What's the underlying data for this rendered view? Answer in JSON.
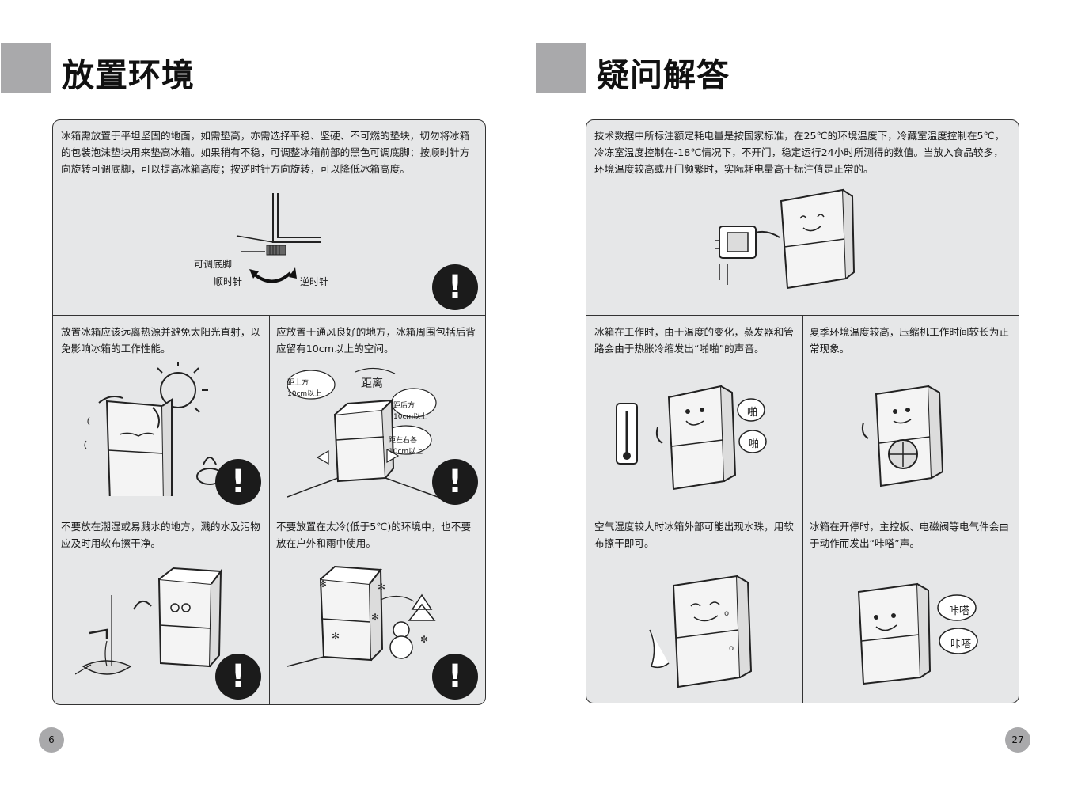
{
  "left_page": {
    "title": "放置环境",
    "page_number": "6",
    "sections": {
      "top": {
        "text": "冰箱需放置于平坦坚固的地面，如需垫高，亦需选择平稳、坚硬、不可燃的垫块，切勿将冰箱的包装泡沫垫块用来垫高冰箱。如果稍有不稳，可调整冰箱前部的黑色可调底脚：按顺时针方向旋转可调底脚，可以提高冰箱高度；按逆时针方向旋转，可以降低冰箱高度。",
        "label_foot": "可调底脚",
        "label_clockwise": "顺时针",
        "label_counterclockwise": "逆时针"
      },
      "mid_left": {
        "text": "放置冰箱应该远离热源并避免太阳光直射，以免影响冰箱的工作性能。"
      },
      "mid_right": {
        "text": "应放置于通风良好的地方，冰箱周围包括后背应留有10cm以上的空间。",
        "label_distance": "距离",
        "label_top": "距上方",
        "label_top_value": "10cm以上",
        "label_back": "距后方",
        "label_back_value": "10cm以上",
        "label_sides": "距左右各",
        "label_sides_value": "10cm以上"
      },
      "bottom_left": {
        "text": "不要放在潮湿或易溅水的地方，溅的水及污物应及时用软布擦干净。"
      },
      "bottom_right": {
        "text": "不要放置在太冷(低于5℃)的环境中，也不要放在户外和雨中使用。"
      }
    },
    "warning_symbol": "!"
  },
  "right_page": {
    "title": "疑问解答",
    "page_number": "27",
    "sections": {
      "top": {
        "text": "技术数据中所标注额定耗电量是按国家标准，在25℃的环境温度下，冷藏室温度控制在5℃，冷冻室温度控制在-18℃情况下，不开门，稳定运行24小时所测得的数值。当放入食品较多，环境温度较高或开门频繁时，实际耗电量高于标注值是正常的。"
      },
      "mid_left": {
        "text": "冰箱在工作时，由于温度的变化，蒸发器和管路会由于热胀冷缩发出“啪啪”的声音。",
        "bubble1": "啪",
        "bubble2": "啪"
      },
      "mid_right": {
        "text": "夏季环境温度较高，压缩机工作时间较长为正常现象。"
      },
      "bottom_left": {
        "text": "空气湿度较大时冰箱外部可能出现水珠，用软布擦干即可。"
      },
      "bottom_right": {
        "text": "冰箱在开停时，主控板、电磁阀等电气件会由于动作而发出“咔嗒”声。",
        "bubble1": "咔嗒",
        "bubble2": "咔嗒"
      }
    }
  },
  "colors": {
    "panel_bg": "#e6e7e8",
    "accent_gray": "#a9a9ab",
    "ink": "#1b1b1b"
  }
}
